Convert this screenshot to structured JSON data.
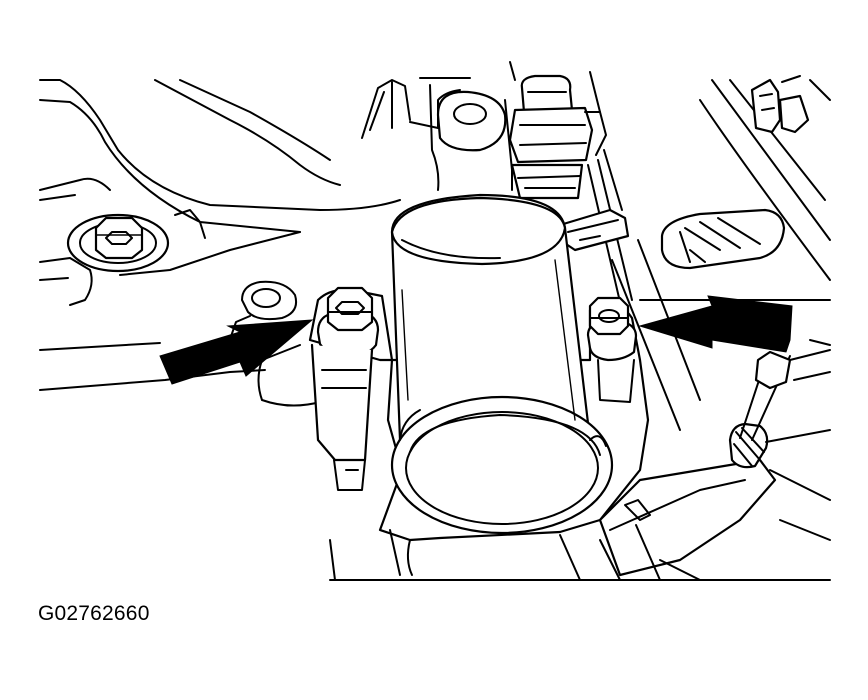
{
  "figure": {
    "code": "G02762660",
    "colors": {
      "line": "#000000",
      "background": "#ffffff"
    },
    "callouts": [
      {
        "name": "left-bolt-arrow",
        "icon": "arrow-right-icon"
      },
      {
        "name": "right-bolt-arrow",
        "icon": "arrow-left-icon"
      }
    ]
  }
}
